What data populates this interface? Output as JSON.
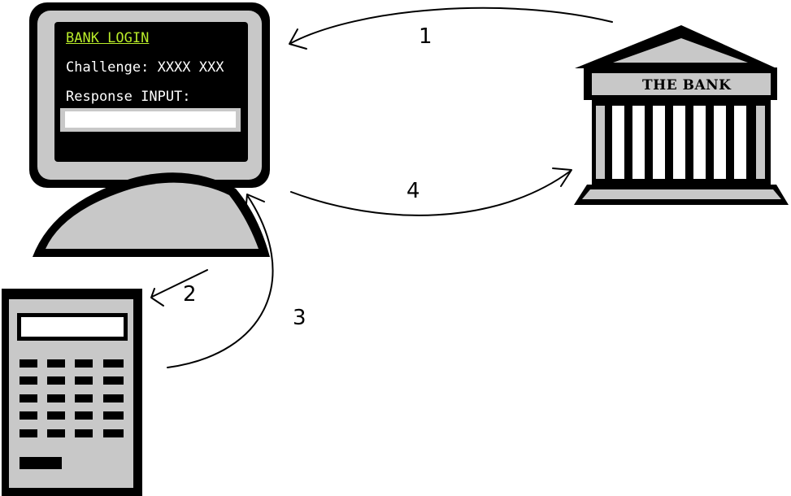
{
  "screen": {
    "title": "BANK LOGIN",
    "challenge": "Challenge: XXXX XXX",
    "response_label": "Response INPUT:",
    "response_value": ""
  },
  "bank": {
    "name": "THE BANK"
  },
  "steps": [
    "1",
    "2",
    "3",
    "4"
  ],
  "colors": {
    "screen_bg": "#000000",
    "title_text": "#b9ec2a",
    "screen_text": "#ffffff",
    "device_gray": "#c8c8c8",
    "outline": "#000000"
  }
}
